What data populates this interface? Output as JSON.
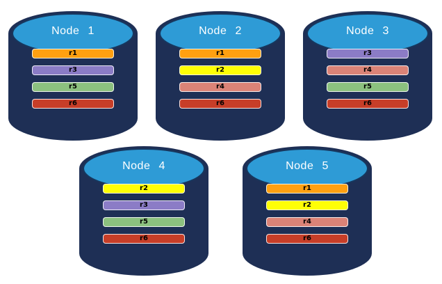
{
  "diagram": {
    "background": "#FFFFFF",
    "cylinder": {
      "body_color": "#1E2F55",
      "top_color": "#2E9BD6",
      "top_border_color": "#17375E"
    },
    "replica_colors": {
      "r1": "#FFA011",
      "r2": "#FFFF05",
      "r3": "#8B7CC6",
      "r4": "#DB8377",
      "r5": "#8CC17F",
      "r6": "#C73E28"
    },
    "nodes": [
      {
        "label": "Node 1",
        "replicas": [
          "r1",
          "r3",
          "r5",
          "r6"
        ]
      },
      {
        "label": "Node 2",
        "replicas": [
          "r1",
          "r2",
          "r4",
          "r6"
        ]
      },
      {
        "label": "Node 3",
        "replicas": [
          "r3",
          "r4",
          "r5",
          "r6"
        ]
      },
      {
        "label": "Node 4",
        "replicas": [
          "r2",
          "r3",
          "r5",
          "r6"
        ]
      },
      {
        "label": "Node 5",
        "replicas": [
          "r1",
          "r2",
          "r4",
          "r6"
        ]
      }
    ],
    "rows": [
      [
        0,
        1,
        2
      ],
      [
        3,
        4
      ]
    ]
  }
}
